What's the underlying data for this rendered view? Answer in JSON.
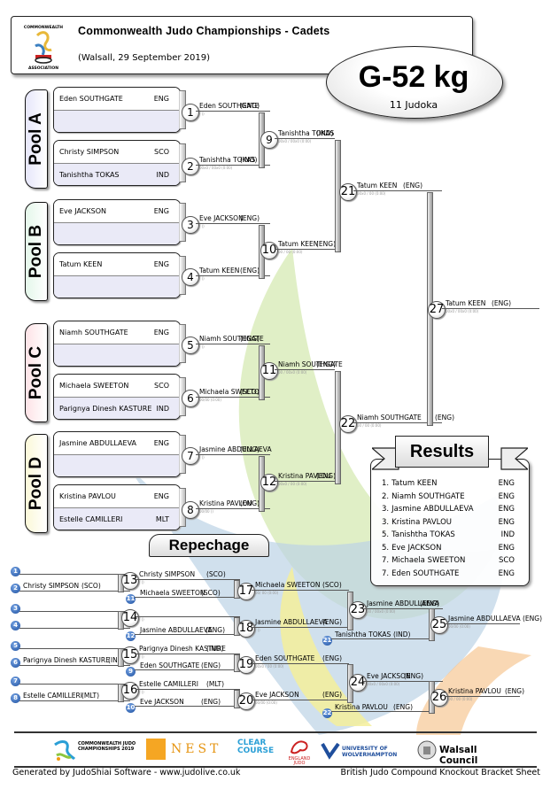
{
  "header": {
    "title": "Commonwealth Judo Championships - Cadets",
    "subtitle": "(Walsall, 29 September 2019)",
    "logo_text_top": "COMMONWEALTH JUDO",
    "logo_text_bottom": "ASSOCIATION"
  },
  "category": {
    "weight": "G-52 kg",
    "judoka_count": "11 Judoka"
  },
  "pools": [
    {
      "label": "Pool A",
      "color": "#e6e6fa",
      "boxes": [
        {
          "rows": [
            {
              "name": "Eden SOUTHGATE",
              "country": "ENG"
            },
            {
              "name": "",
              "country": ""
            }
          ]
        },
        {
          "rows": [
            {
              "name": "Christy SIMPSON",
              "country": "SCO"
            },
            {
              "name": "Tanishtha TOKAS",
              "country": "IND"
            }
          ]
        }
      ]
    },
    {
      "label": "Pool B",
      "color": "#e4f7ea",
      "boxes": [
        {
          "rows": [
            {
              "name": "Eve JACKSON",
              "country": "ENG"
            },
            {
              "name": "",
              "country": ""
            }
          ]
        },
        {
          "rows": [
            {
              "name": "Tatum KEEN",
              "country": "ENG"
            },
            {
              "name": "",
              "country": ""
            }
          ]
        }
      ]
    },
    {
      "label": "Pool C",
      "color": "#fde2e6",
      "boxes": [
        {
          "rows": [
            {
              "name": "Niamh SOUTHGATE",
              "country": "ENG"
            },
            {
              "name": "",
              "country": ""
            }
          ]
        },
        {
          "rows": [
            {
              "name": "Michaela SWEETON",
              "country": "SCO"
            },
            {
              "name": "Parignya Dinesh KASTURE",
              "country": "IND"
            }
          ]
        }
      ]
    },
    {
      "label": "Pool D",
      "color": "#fbf8d8",
      "boxes": [
        {
          "rows": [
            {
              "name": "Jasmine ABDULLAEVA",
              "country": "ENG"
            },
            {
              "name": "",
              "country": ""
            }
          ]
        },
        {
          "rows": [
            {
              "name": "Kristina PAVLOU",
              "country": "ENG"
            },
            {
              "name": "Estelle CAMILLERI",
              "country": "MLT"
            }
          ]
        }
      ]
    }
  ],
  "main_matches": [
    {
      "num": "1",
      "winner": "Eden SOUTHGATE",
      "country": "(ENG)",
      "score": "/ ()"
    },
    {
      "num": "2",
      "winner": "Tanishtha TOKAS",
      "country": "(IND)",
      "score": "00x0 / 00x0 (0:00)"
    },
    {
      "num": "3",
      "winner": "Eve JACKSON",
      "country": "(ENG)",
      "score": "/ ()"
    },
    {
      "num": "4",
      "winner": "Tatum KEEN",
      "country": "(ENG)",
      "score": "/ ()"
    },
    {
      "num": "5",
      "winner": "Niamh SOUTHGATE",
      "country": "(ENG)",
      "score": "/ ()"
    },
    {
      "num": "6",
      "winner": "Michaela SWEETON",
      "country": "(SCO)",
      "score": "00/00 (0:00)"
    },
    {
      "num": "7",
      "winner": "Jasmine ABDULLAEVA",
      "country": "(ENG)",
      "score": "/ ()"
    },
    {
      "num": "8",
      "winner": "Kristina PAVLOU",
      "country": "(ENG)",
      "score": "00/00 ()"
    },
    {
      "num": "9",
      "winner": "Tanishtha TOKAS",
      "country": "(IND)",
      "score": "00x0 / 00x0 (0:00)"
    },
    {
      "num": "10",
      "winner": "Tatum KEEN",
      "country": "(ENG)",
      "score": "00 / 00 (0:00)"
    },
    {
      "num": "11",
      "winner": "Niamh SOUTHGATE",
      "country": "(ENG)",
      "score": "00 / 00x0 (0:00)"
    },
    {
      "num": "12",
      "winner": "Kristina PAVLOU",
      "country": "(ENG)",
      "score": "00x0 / 00 (0:00)"
    },
    {
      "num": "21",
      "winner": "Tatum KEEN",
      "country": "(ENG)",
      "score": "00x0 / 00 (0:00)"
    },
    {
      "num": "22",
      "winner": "Niamh SOUTHGATE",
      "country": "(ENG)",
      "score": "00 / 00 (0:00)"
    },
    {
      "num": "27",
      "winner": "Tatum KEEN",
      "country": "(ENG)",
      "score": "00x0 / 00x0 (0:00)"
    }
  ],
  "results": {
    "title": "Results",
    "rows": [
      {
        "rank": "1.",
        "name": "Tatum KEEN",
        "country": "ENG"
      },
      {
        "rank": "2.",
        "name": "Niamh SOUTHGATE",
        "country": "ENG"
      },
      {
        "rank": "3.",
        "name": "Jasmine ABDULLAEVA",
        "country": "ENG"
      },
      {
        "rank": "3.",
        "name": "Kristina PAVLOU",
        "country": "ENG"
      },
      {
        "rank": "5.",
        "name": "Tanishtha TOKAS",
        "country": "IND"
      },
      {
        "rank": "5.",
        "name": "Eve JACKSON",
        "country": "ENG"
      },
      {
        "rank": "7.",
        "name": "Michaela SWEETON",
        "country": "SCO"
      },
      {
        "rank": "7.",
        "name": "Eden SOUTHGATE",
        "country": "ENG"
      }
    ]
  },
  "repechage": {
    "title": "Repechage",
    "entries": [
      {
        "ref": "1",
        "name": "",
        "country": ""
      },
      {
        "ref": "2",
        "name": "Christy SIMPSON",
        "country": "(SCO)"
      },
      {
        "ref": "3",
        "name": "",
        "country": ""
      },
      {
        "ref": "4",
        "name": "",
        "country": ""
      },
      {
        "ref": "5",
        "name": "",
        "country": ""
      },
      {
        "ref": "6",
        "name": "Parignya Dinesh KASTURE",
        "country": "(IN"
      },
      {
        "ref": "7",
        "name": "",
        "country": ""
      },
      {
        "ref": "8",
        "name": "Estelle CAMILLERI",
        "country": "(MLT)"
      }
    ],
    "matches": [
      {
        "num": "13",
        "winner": "Christy SIMPSON",
        "country": "(SCO)",
        "score": "/ ()"
      },
      {
        "num": "14",
        "winner": "",
        "country": "",
        "score": "/ ()"
      },
      {
        "num": "15",
        "winner": "Parignya Dinesh KASTURE",
        "country": "(IND)",
        "score": "/ ()"
      },
      {
        "num": "16",
        "winner": "Estelle CAMILLERI",
        "country": "(MLT)",
        "score": "/ ()"
      },
      {
        "num": "17",
        "winner": "Michaela SWEETON",
        "country": "(SCO)",
        "score": "00/ 00 (0:00)"
      },
      {
        "num": "18",
        "winner": "Jasmine ABDULLAEVA",
        "country": "(ENG)",
        "score": "/ ()"
      },
      {
        "num": "19",
        "winner": "Eden SOUTHGATE",
        "country": "(ENG)",
        "score": "00x0 / 00 (0:00)"
      },
      {
        "num": "20",
        "winner": "Eve JACKSON",
        "country": "(ENG)",
        "score": "00/00 (0:00)"
      },
      {
        "num": "23",
        "winner": "Jasmine ABDULLAEVA",
        "country": "(ENG)",
        "score": "00 / 00x0 (0:00)"
      },
      {
        "num": "24",
        "winner": "Eve JACKSON",
        "country": "(ENG)",
        "score": "00x0 / 00x0 (0:00)"
      },
      {
        "num": "25",
        "winner": "Jasmine ABDULLAEVA",
        "country": "(ENG)",
        "score": "00/00 (0:00)"
      },
      {
        "num": "26",
        "winner": "Kristina PAVLOU",
        "country": "(ENG)",
        "score": "00 / 00 (0:00)"
      }
    ],
    "losers": [
      {
        "ref": "11",
        "name": "Michaela SWEETON",
        "country": "(SCO)"
      },
      {
        "ref": "12",
        "name": "Jasmine ABDULLAEVA",
        "country": "(ENG)"
      },
      {
        "ref": "9",
        "name": "Eden SOUTHGATE",
        "country": "(ENG)"
      },
      {
        "ref": "10",
        "name": "Eve JACKSON",
        "country": "(ENG)"
      },
      {
        "ref": "21",
        "name": "Tanishtha TOKAS",
        "country": "(IND)"
      },
      {
        "ref": "22",
        "name": "Kristina PAVLOU",
        "country": "(ENG)"
      }
    ]
  },
  "sponsors": [
    "COMMONWEALTH JUDO CHAMPIONSHIPS 2019",
    "NEST",
    "CLEAR COURSE",
    "ENGLAND JUDO",
    "UNIVERSITY OF WOLVERHAMPTON",
    "Walsall Council"
  ],
  "footer": {
    "left": "Generated by JudoShiai Software - www.judolive.co.uk",
    "right": "British Judo Compound Knockout Bracket Sheet"
  }
}
